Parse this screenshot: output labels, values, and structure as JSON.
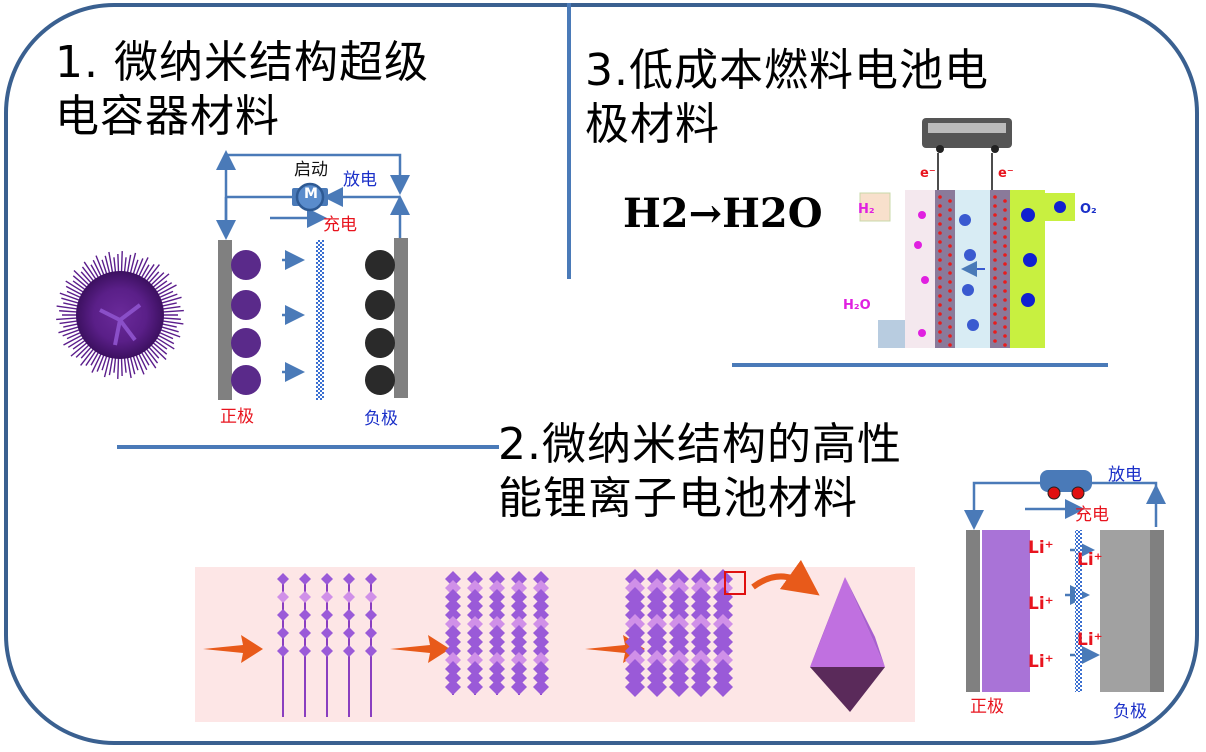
{
  "sections": {
    "supercapacitor": {
      "title": "1. 微纳米结构超级\n电容器材料",
      "labels": {
        "start": "启动",
        "discharge": "放电",
        "charge": "充电",
        "positive": "正极",
        "negative": "负极",
        "motor": "M"
      }
    },
    "fuel_cell": {
      "title": "3.低成本燃料电池电\n极材料",
      "equation": "H2→H2O",
      "labels": {
        "electron_left": "e⁻",
        "electron_right": "e⁻",
        "h2": "H₂",
        "o2": "O₂",
        "h2o": "H₂O"
      }
    },
    "li_ion": {
      "title": "2.微纳米结构的高性\n能锂离子电池材料",
      "labels": {
        "discharge": "放电",
        "charge": "充电",
        "positive": "正极",
        "negative": "负极",
        "li_ion": "Li⁺"
      }
    }
  },
  "colors": {
    "frame": "#3a6090",
    "divider": "#4a7ab8",
    "arrow_blue": "#4a7ab8",
    "positive_label": "#e8141e",
    "negative_label": "#1a2fc8",
    "purple_material": "#8a3fc0",
    "orange_arrow": "#e85a1a",
    "strip_background": "#fde6e6"
  }
}
